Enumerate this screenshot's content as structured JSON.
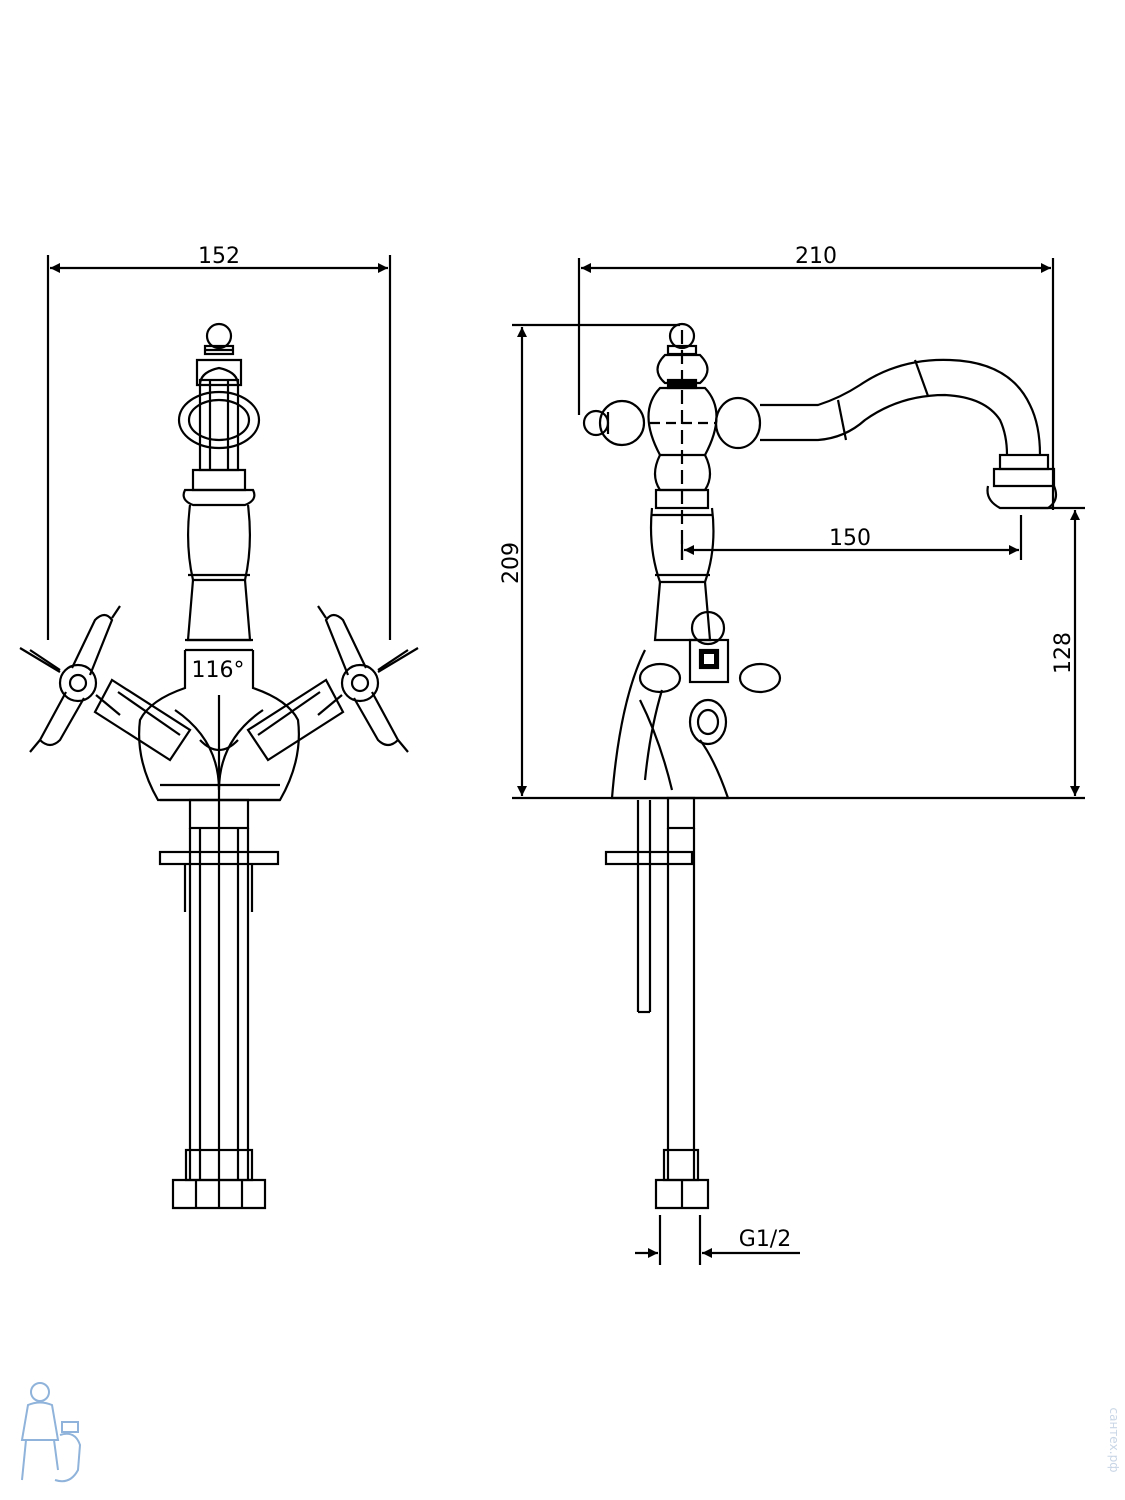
{
  "front_view": {
    "width_dim": "152",
    "angle_label": "116°"
  },
  "side_view": {
    "length_dim": "210",
    "height_dim": "209",
    "reach_dim": "150",
    "spout_height_dim": "128",
    "thread_label": "G1/2"
  },
  "watermark": {
    "text": "сантех.рф",
    "colors": {
      "figure": "#8fb3da",
      "text": "#c9d6e6"
    }
  }
}
